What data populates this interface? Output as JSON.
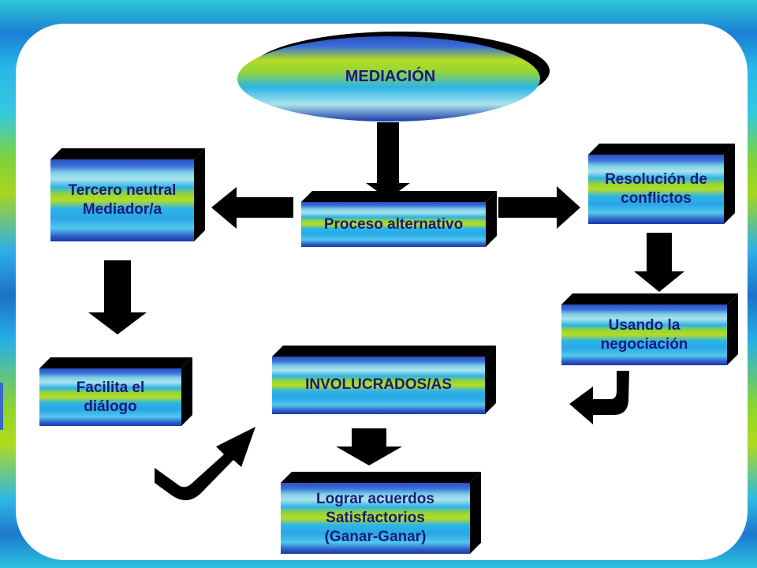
{
  "diagram": {
    "center": "MEDIACIÓN",
    "process": "Proceso alternativo",
    "left_box": [
      "Tercero neutral",
      "Mediador/a"
    ],
    "left_lower": [
      "Facilita el",
      "diálogo"
    ],
    "right_box": [
      "Resolución de",
      "conflictos"
    ],
    "right_lower": [
      "Usando la",
      "negociación"
    ],
    "involved": "INVOLUCRADOS/AS",
    "outcome": [
      "Lograr acuerdos",
      "Satisfactorios",
      "(Ganar-Ganar)"
    ]
  }
}
